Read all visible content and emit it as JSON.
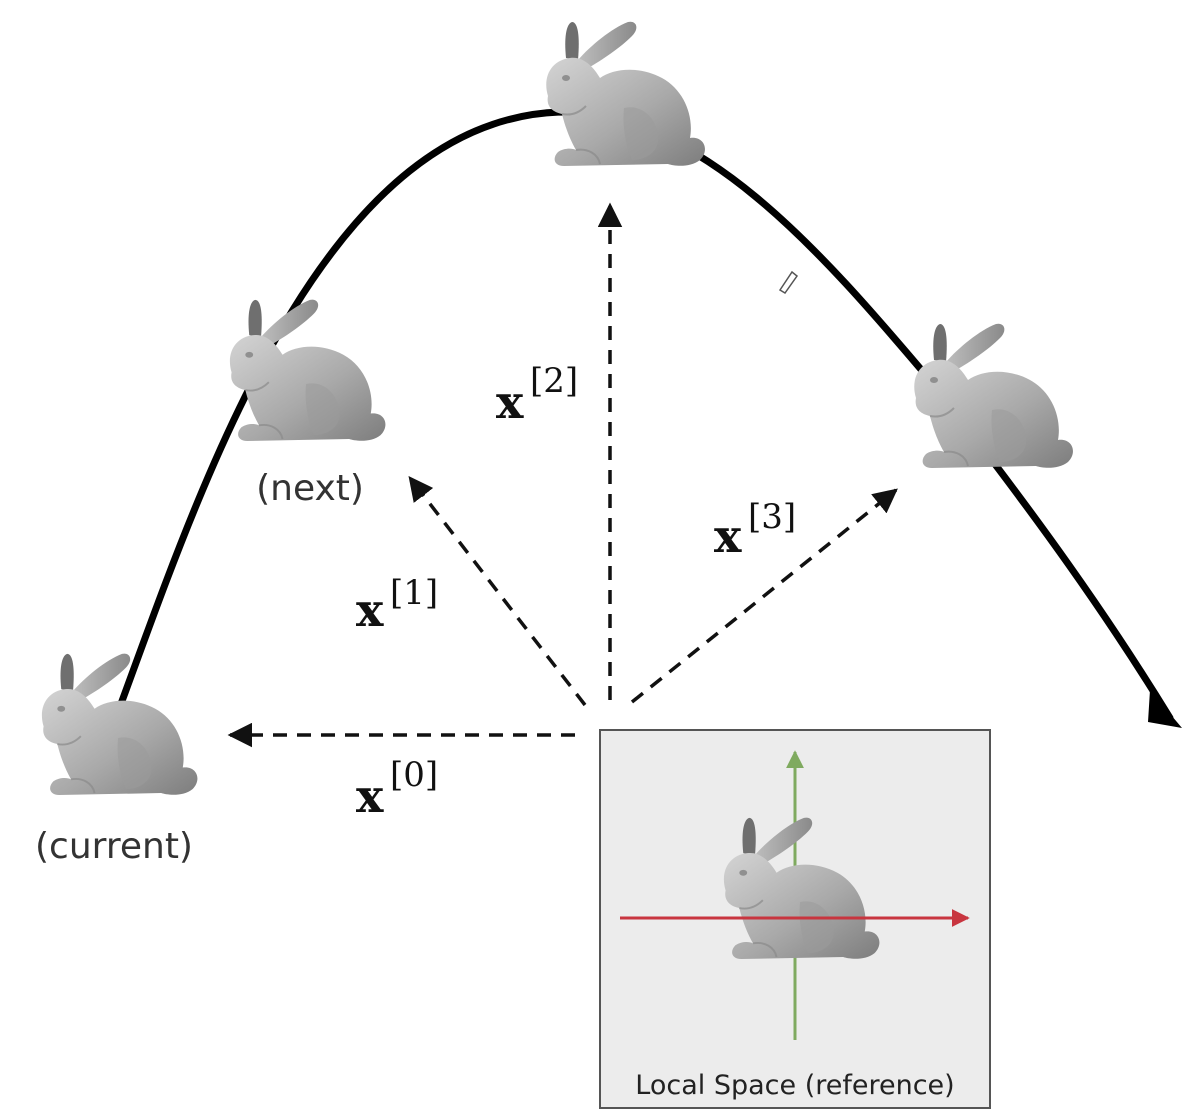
{
  "captions": {
    "current": "(current)",
    "next": "(next)"
  },
  "local_space": {
    "label": "Local Space (reference)"
  },
  "vectors": [
    {
      "symbol": "x",
      "index": "[0]"
    },
    {
      "symbol": "x",
      "index": "[1]"
    },
    {
      "symbol": "x",
      "index": "[2]"
    },
    {
      "symbol": "x",
      "index": "[3]"
    }
  ],
  "colors": {
    "trajectory": "#000000",
    "dashed_arrows": "#111111",
    "box_fill": "#ececec",
    "box_border": "#555555",
    "axis_red": "#c8353f",
    "axis_green": "#7faa5f",
    "bunny": "#a8a8a8"
  },
  "icons": [
    "bunny-icon",
    "trajectory-arrow",
    "local-axes"
  ]
}
